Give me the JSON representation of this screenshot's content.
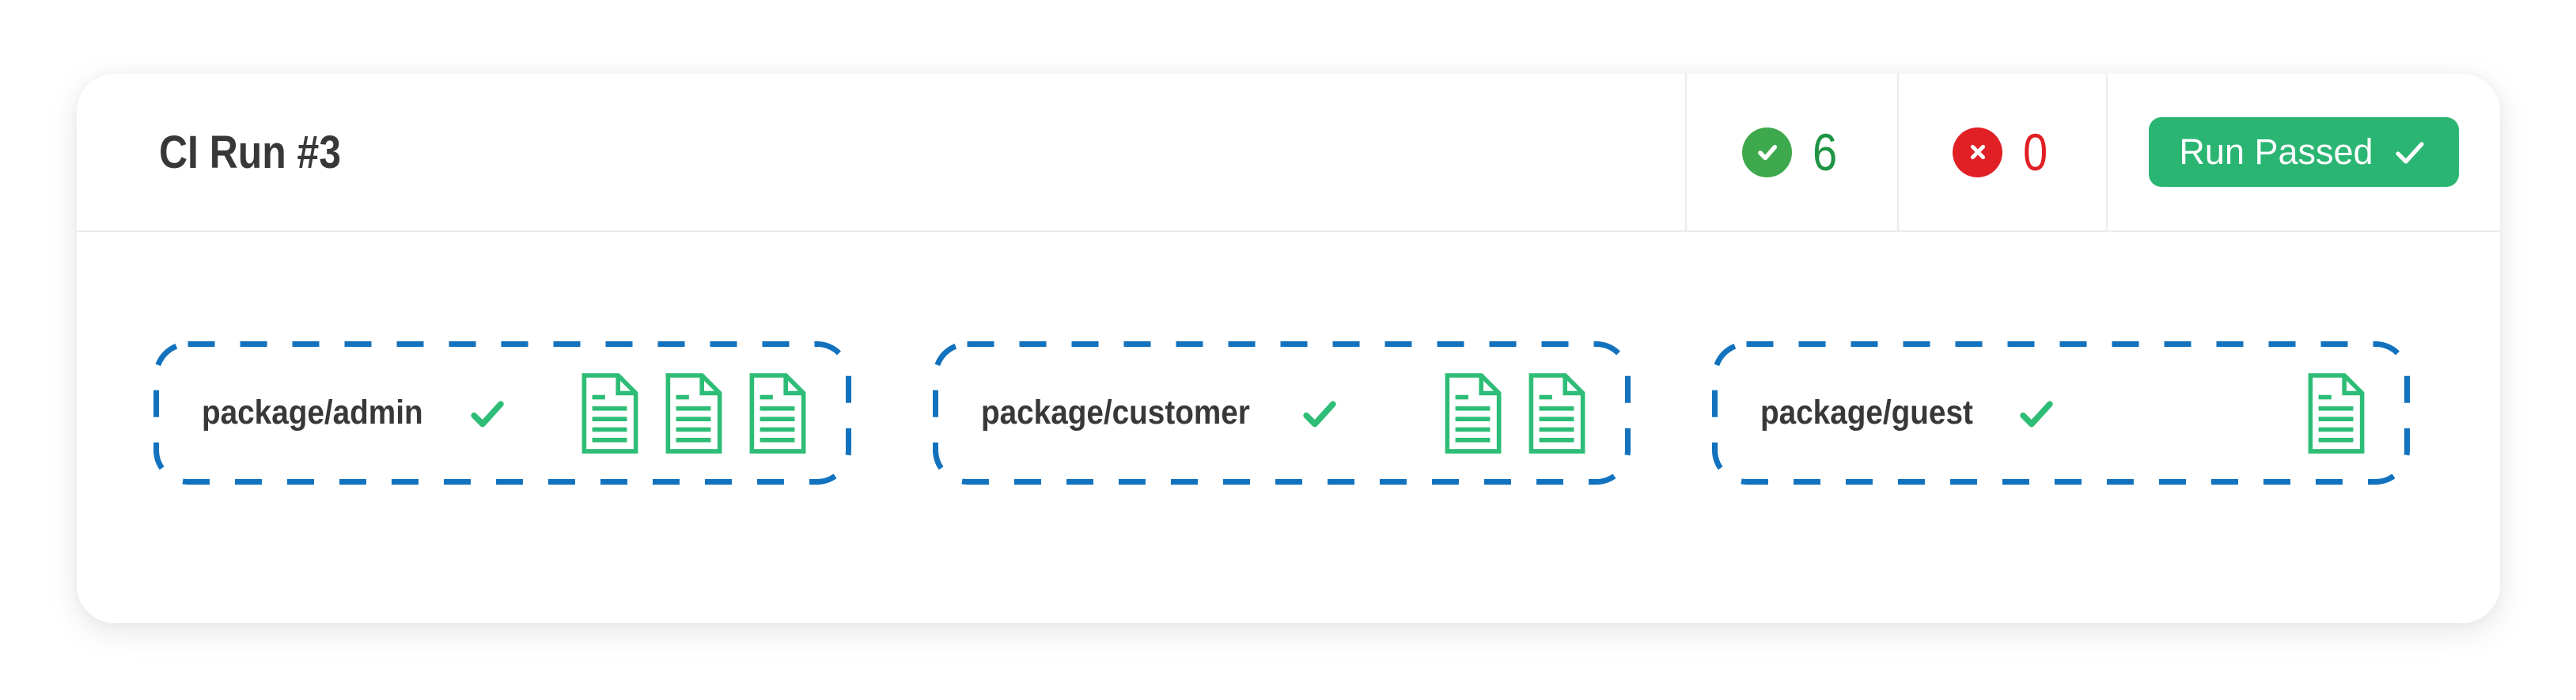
{
  "card": {
    "title": "CI Run #3",
    "stats": {
      "passed": {
        "count": "6",
        "icon": "check-circle-icon"
      },
      "failed": {
        "count": "0",
        "icon": "x-circle-icon"
      }
    },
    "run_button": {
      "label": "Run Passed",
      "icon": "check-icon"
    }
  },
  "packages": [
    {
      "name": "package/admin",
      "status_icon": "check-icon",
      "document_count": 3
    },
    {
      "name": "package/customer",
      "status_icon": "check-icon",
      "document_count": 2
    },
    {
      "name": "package/guest",
      "status_icon": "check-icon",
      "document_count": 1
    }
  ],
  "colors": {
    "passed_circle": "#3ea94c",
    "passed_count_text": "#1e9444",
    "failed_circle": "#e02025",
    "failed_count_text": "#e02025",
    "run_button_bg": "#2bb573",
    "package_border": "#1272bd",
    "package_icon_green": "#2ebd76",
    "title_text": "#383838",
    "divider": "#ececec"
  }
}
